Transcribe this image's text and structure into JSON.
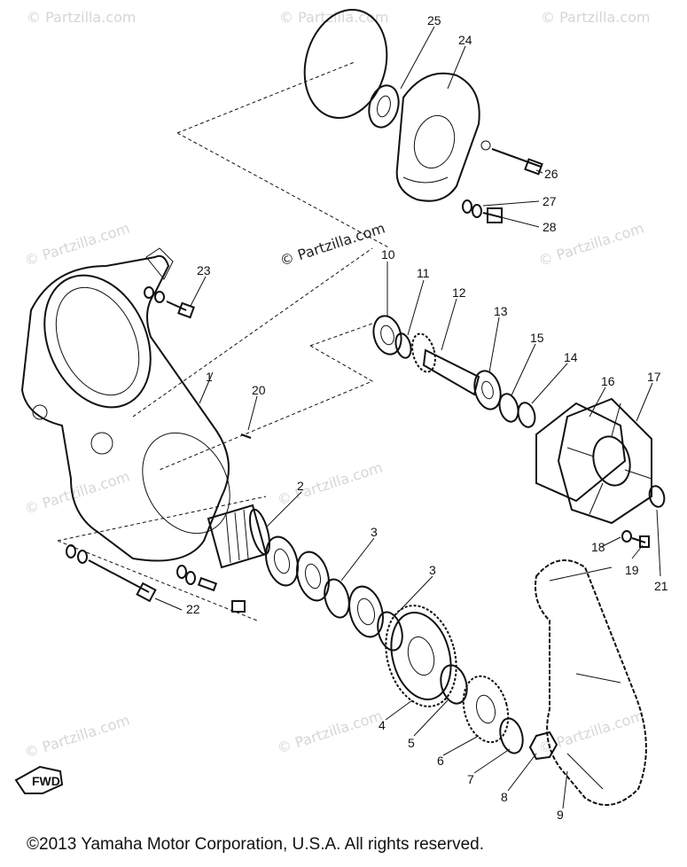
{
  "diagram": {
    "watermark_main": "© Partzilla.com",
    "watermark_faint": "© Partzilla.com",
    "fwd_label": "FWD",
    "copyright": "©2013  Yamaha Motor Corporation, U.S.A. All rights reserved.",
    "callouts": [
      "1",
      "2",
      "3",
      "3",
      "4",
      "5",
      "6",
      "7",
      "8",
      "9",
      "10",
      "11",
      "12",
      "13",
      "14",
      "15",
      "16",
      "17",
      "18",
      "19",
      "20",
      "21",
      "22",
      "23",
      "24",
      "25",
      "26",
      "27",
      "28"
    ]
  }
}
